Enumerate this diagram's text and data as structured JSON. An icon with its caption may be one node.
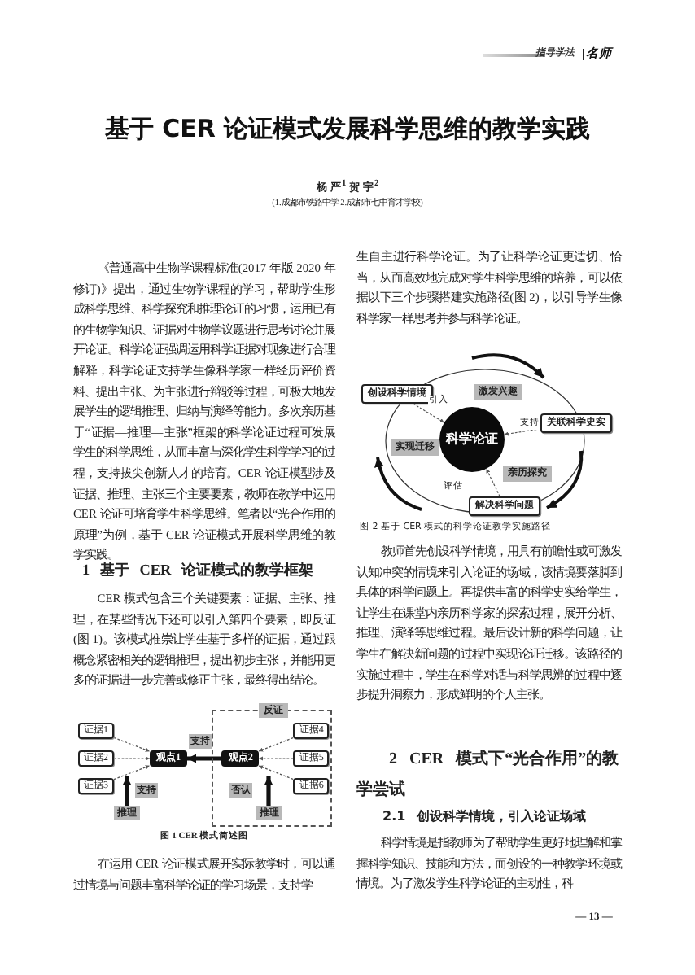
{
  "diagram": {
    "title": "基于 CER 论证模式发展科学思维的教学实践",
    "nodes": [
      {
        "text": [
          "证据1"
        ]
      },
      {
        "text": [
          "证据2"
        ]
      },
      {
        "text": [
          "证据3"
        ]
      },
      {
        "text": [
          "观点1"
        ]
      },
      {
        "text": [
          "推理"
        ]
      },
      {
        "text": [
          "反证"
        ]
      },
      {
        "text": [
          "证据4"
        ],
        "in": 5
      },
      {
        "text": [
          "证据5"
        ],
        "in": 5
      },
      {
        "text": [
          "证据6"
        ],
        "in": 5
      },
      {
        "text": [
          "观点2"
        ],
        "in": 5
      },
      {
        "text": [
          "推理"
        ],
        "in": 5
      },
      {
        "text": [
          "科学论证"
        ]
      },
      {
        "text": [
          "创设科学情境"
        ]
      },
      {
        "text": [
          "激发兴趣"
        ]
      },
      {
        "text": [
          "关联科学史实"
        ]
      },
      {
        "text": [
          "实现迁移"
        ]
      },
      {
        "text": [
          "亲历探究"
        ]
      },
      {
        "text": [
          "解决科学问题"
        ]
      }
    ],
    "edges": [
      {
        "from": 0,
        "to": 3,
        "arrow": "to",
        "style": "dashed"
      },
      {
        "from": 1,
        "to": 3,
        "arrow": "to",
        "style": "dashed"
      },
      {
        "from": 2,
        "to": 3,
        "arrow": "to",
        "style": "dashed"
      },
      {
        "from": 6,
        "to": 9,
        "arrow": "to",
        "style": "dashed"
      },
      {
        "from": 7,
        "to": 9,
        "arrow": "to",
        "style": "dashed"
      },
      {
        "from": 8,
        "to": 9,
        "arrow": "to",
        "style": "dashed"
      },
      {
        "from": 9,
        "to": 3,
        "arrow": "to",
        "label": "支持",
        "style": "thick"
      },
      {
        "from": 4,
        "to": null,
        "arrow": "to",
        "label": "支持",
        "style": "thick"
      },
      {
        "from": 10,
        "to": null,
        "arrow": "to",
        "label": "否认",
        "style": "thick"
      },
      {
        "from": 12,
        "to": 11,
        "arrow": "to",
        "label": "引入",
        "style": "dashed"
      },
      {
        "from": 14,
        "to": 11,
        "arrow": "to",
        "label": "支持",
        "style": "dashed"
      },
      {
        "from": 17,
        "to": 11,
        "arrow": "to",
        "label": "评估",
        "style": "dashed"
      }
    ],
    "labels": [
      "指导学法",
      "名师",
      "杨 严$^{1}$ 贺 宇$^{2}$",
      "(1.成都市铁路中学 2.成都市七中育才学校)",
      "《普通高中生物学课程标准(2017 年版 2020 年修订)》提出，通过生物学课程的学习，帮助学生形成科学思维、科学探究和推理论证的习惯，运用已有的生物学知识、证据对生物学议题进行思考讨论并展开论证。科学论证强调运用科学证据对现象进行合理解释，科学论证支持学生像科学家一样经历评价资料、提出主张、为主张进行辩驳等过程，可极大地发展学生的逻辑推理、归纳与演绎等能力。多次亲历基于“证据—推理—主张”框架的科学论证过程可发展学生的科学思维，从而丰富与深化学生科学学习的过程，支持拔尖创新人才的培育。CER 论证模型涉及证据、推理、主张三个主要要素，教师在教学中运用 CER 论证可培育学生科学思维。笔者以“光合作用的原理”为例，基于 CER 论证模式开展科学思维的教学实践。",
      "1 基于 CER 论证模式的教学框架",
      "CER 模式包含三个关键要素：证据、主张、推理，在某些情况下还可以引入第四个要素，即反证(图 1)。该模式推崇让学生基于多样的证据，通过跟概念紧密相关的逻辑推理，提出初步主张，并能用更多的证据进一步完善或修正主张，最终得出结论。",
      "图 1 CER 模式简述图",
      "在运用 CER 论证模式展开实际教学时，可以通过情境与问题丰富科学论证的学习场景，支持学",
      "生自主进行科学论证。为了让科学论证更适切、恰当，从而高效地完成对学生科学思维的培养，可以依据以下三个步骤搭建实施路径(图 2)，以引导学生像科学家一样思考并参与科学论证。",
      "图 2 基于 CER 模式的科学论证教学实施路径",
      "教师首先创设科学情境，用具有前瞻性或可激发认知冲突的情境来引入论证的场域，该情境要落脚到具体的科学问题上。再提供丰富的科学史实给学生，让学生在课堂内亲历科学家的探索过程，展开分析、推理、演绎等思维过程。最后设计新的科学问题，让学生在解决新问题的过程中实现论证迁移。该路径的实施过程中，学生在科学对话与科学思辨的过程中逐步提升洞察力，形成鲜明的个人主张。",
      "2 CER 模式下“光合作用”的教学尝试",
      "2.1 创设科学情境，引入论证场域",
      "科学情境是指教师为了帮助学生更好地理解和掌握科学知识、技能和方法，而创设的一种教学环境或情境。为了激发学生科学论证的主动性，科",
      "— 13 —"
    ]
  }
}
